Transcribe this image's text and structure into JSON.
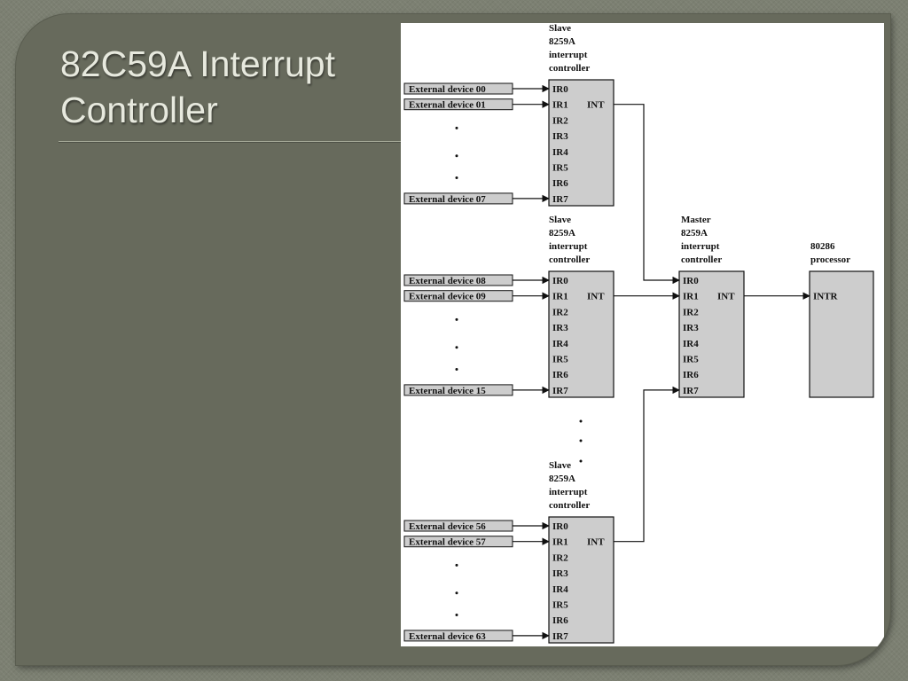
{
  "slide": {
    "title_line1": "82C59A Interrupt",
    "title_line2": "Controller"
  },
  "diagram": {
    "slave_controllers": [
      {
        "header": [
          "Slave",
          "8259A",
          "interrupt",
          "controller"
        ],
        "devices": [
          "External device 00",
          "External device 01",
          "External device 07"
        ],
        "irs": [
          "IR0",
          "IR1",
          "IR2",
          "IR3",
          "IR4",
          "IR5",
          "IR6",
          "IR7"
        ],
        "int": "INT"
      },
      {
        "header": [
          "Slave",
          "8259A",
          "interrupt",
          "controller"
        ],
        "devices": [
          "External device 08",
          "External device 09",
          "External device 15"
        ],
        "irs": [
          "IR0",
          "IR1",
          "IR2",
          "IR3",
          "IR4",
          "IR5",
          "IR6",
          "IR7"
        ],
        "int": "INT"
      },
      {
        "header": [
          "Slave",
          "8259A",
          "interrupt",
          "controller"
        ],
        "devices": [
          "External device 56",
          "External device 57",
          "External device 63"
        ],
        "irs": [
          "IR0",
          "IR1",
          "IR2",
          "IR3",
          "IR4",
          "IR5",
          "IR6",
          "IR7"
        ],
        "int": "INT"
      }
    ],
    "master": {
      "header": [
        "Master",
        "8259A",
        "interrupt",
        "controller"
      ],
      "irs": [
        "IR0",
        "IR1",
        "IR2",
        "IR3",
        "IR4",
        "IR5",
        "IR6",
        "IR7"
      ],
      "int": "INT"
    },
    "processor": {
      "header": [
        "80286",
        "processor"
      ],
      "input": "INTR"
    },
    "colors": {
      "box_fill": "#cdcdcd",
      "line": "#111111",
      "background": "#ffffff"
    }
  }
}
